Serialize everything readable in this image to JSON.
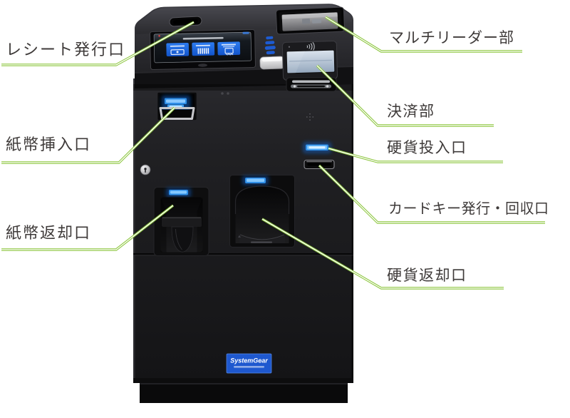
{
  "page": {
    "background": "#ffffff"
  },
  "labels": {
    "receipt_slot": "レシート発行口",
    "multi_reader": "マルチリーダー部",
    "bill_insert": "紙幣挿入口",
    "payment_unit": "決済部",
    "coin_insert": "硬貨投入口",
    "card_key": "カードキー発行・回収口",
    "bill_return": "紙幣返却口",
    "coin_return": "硬貨返却口"
  },
  "machine": {
    "brand": "SystemGear",
    "colors": {
      "accent_green": "#8dc63f",
      "led_blue": "#2f8fe8",
      "logo_blue": "#1e58cf",
      "body_black": "#1b1b1e",
      "screen_button_blue": "#1a63dc"
    }
  }
}
